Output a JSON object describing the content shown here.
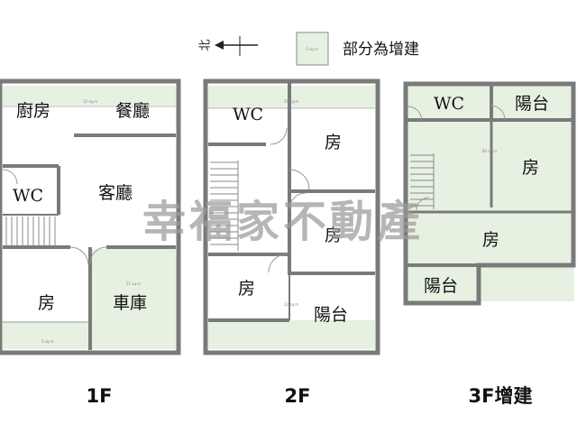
{
  "header": {
    "compass_label": "北",
    "legend_label": "部分為增建",
    "legend_swatch_note": "5 sq.m"
  },
  "watermark": "幸福家不動產",
  "colors": {
    "addition_fill": "#e7f1e2",
    "wall": "#7a7a7a"
  },
  "floors": [
    {
      "name": "1F",
      "rooms": [
        "廚房",
        "餐廳",
        "WC",
        "客廳",
        "房",
        "車庫"
      ],
      "notes": [
        "10 sq.m",
        "21 sq.m",
        "5 sq.m"
      ]
    },
    {
      "name": "2F",
      "rooms": [
        "WC",
        "房",
        "房",
        "房",
        "陽台"
      ],
      "notes": [
        "20 sq.m",
        "22 sq.m"
      ]
    },
    {
      "name": "3F增建",
      "rooms": [
        "WC",
        "陽台",
        "房",
        "房",
        "陽台"
      ],
      "notes": [
        "80 sq.m"
      ]
    }
  ]
}
